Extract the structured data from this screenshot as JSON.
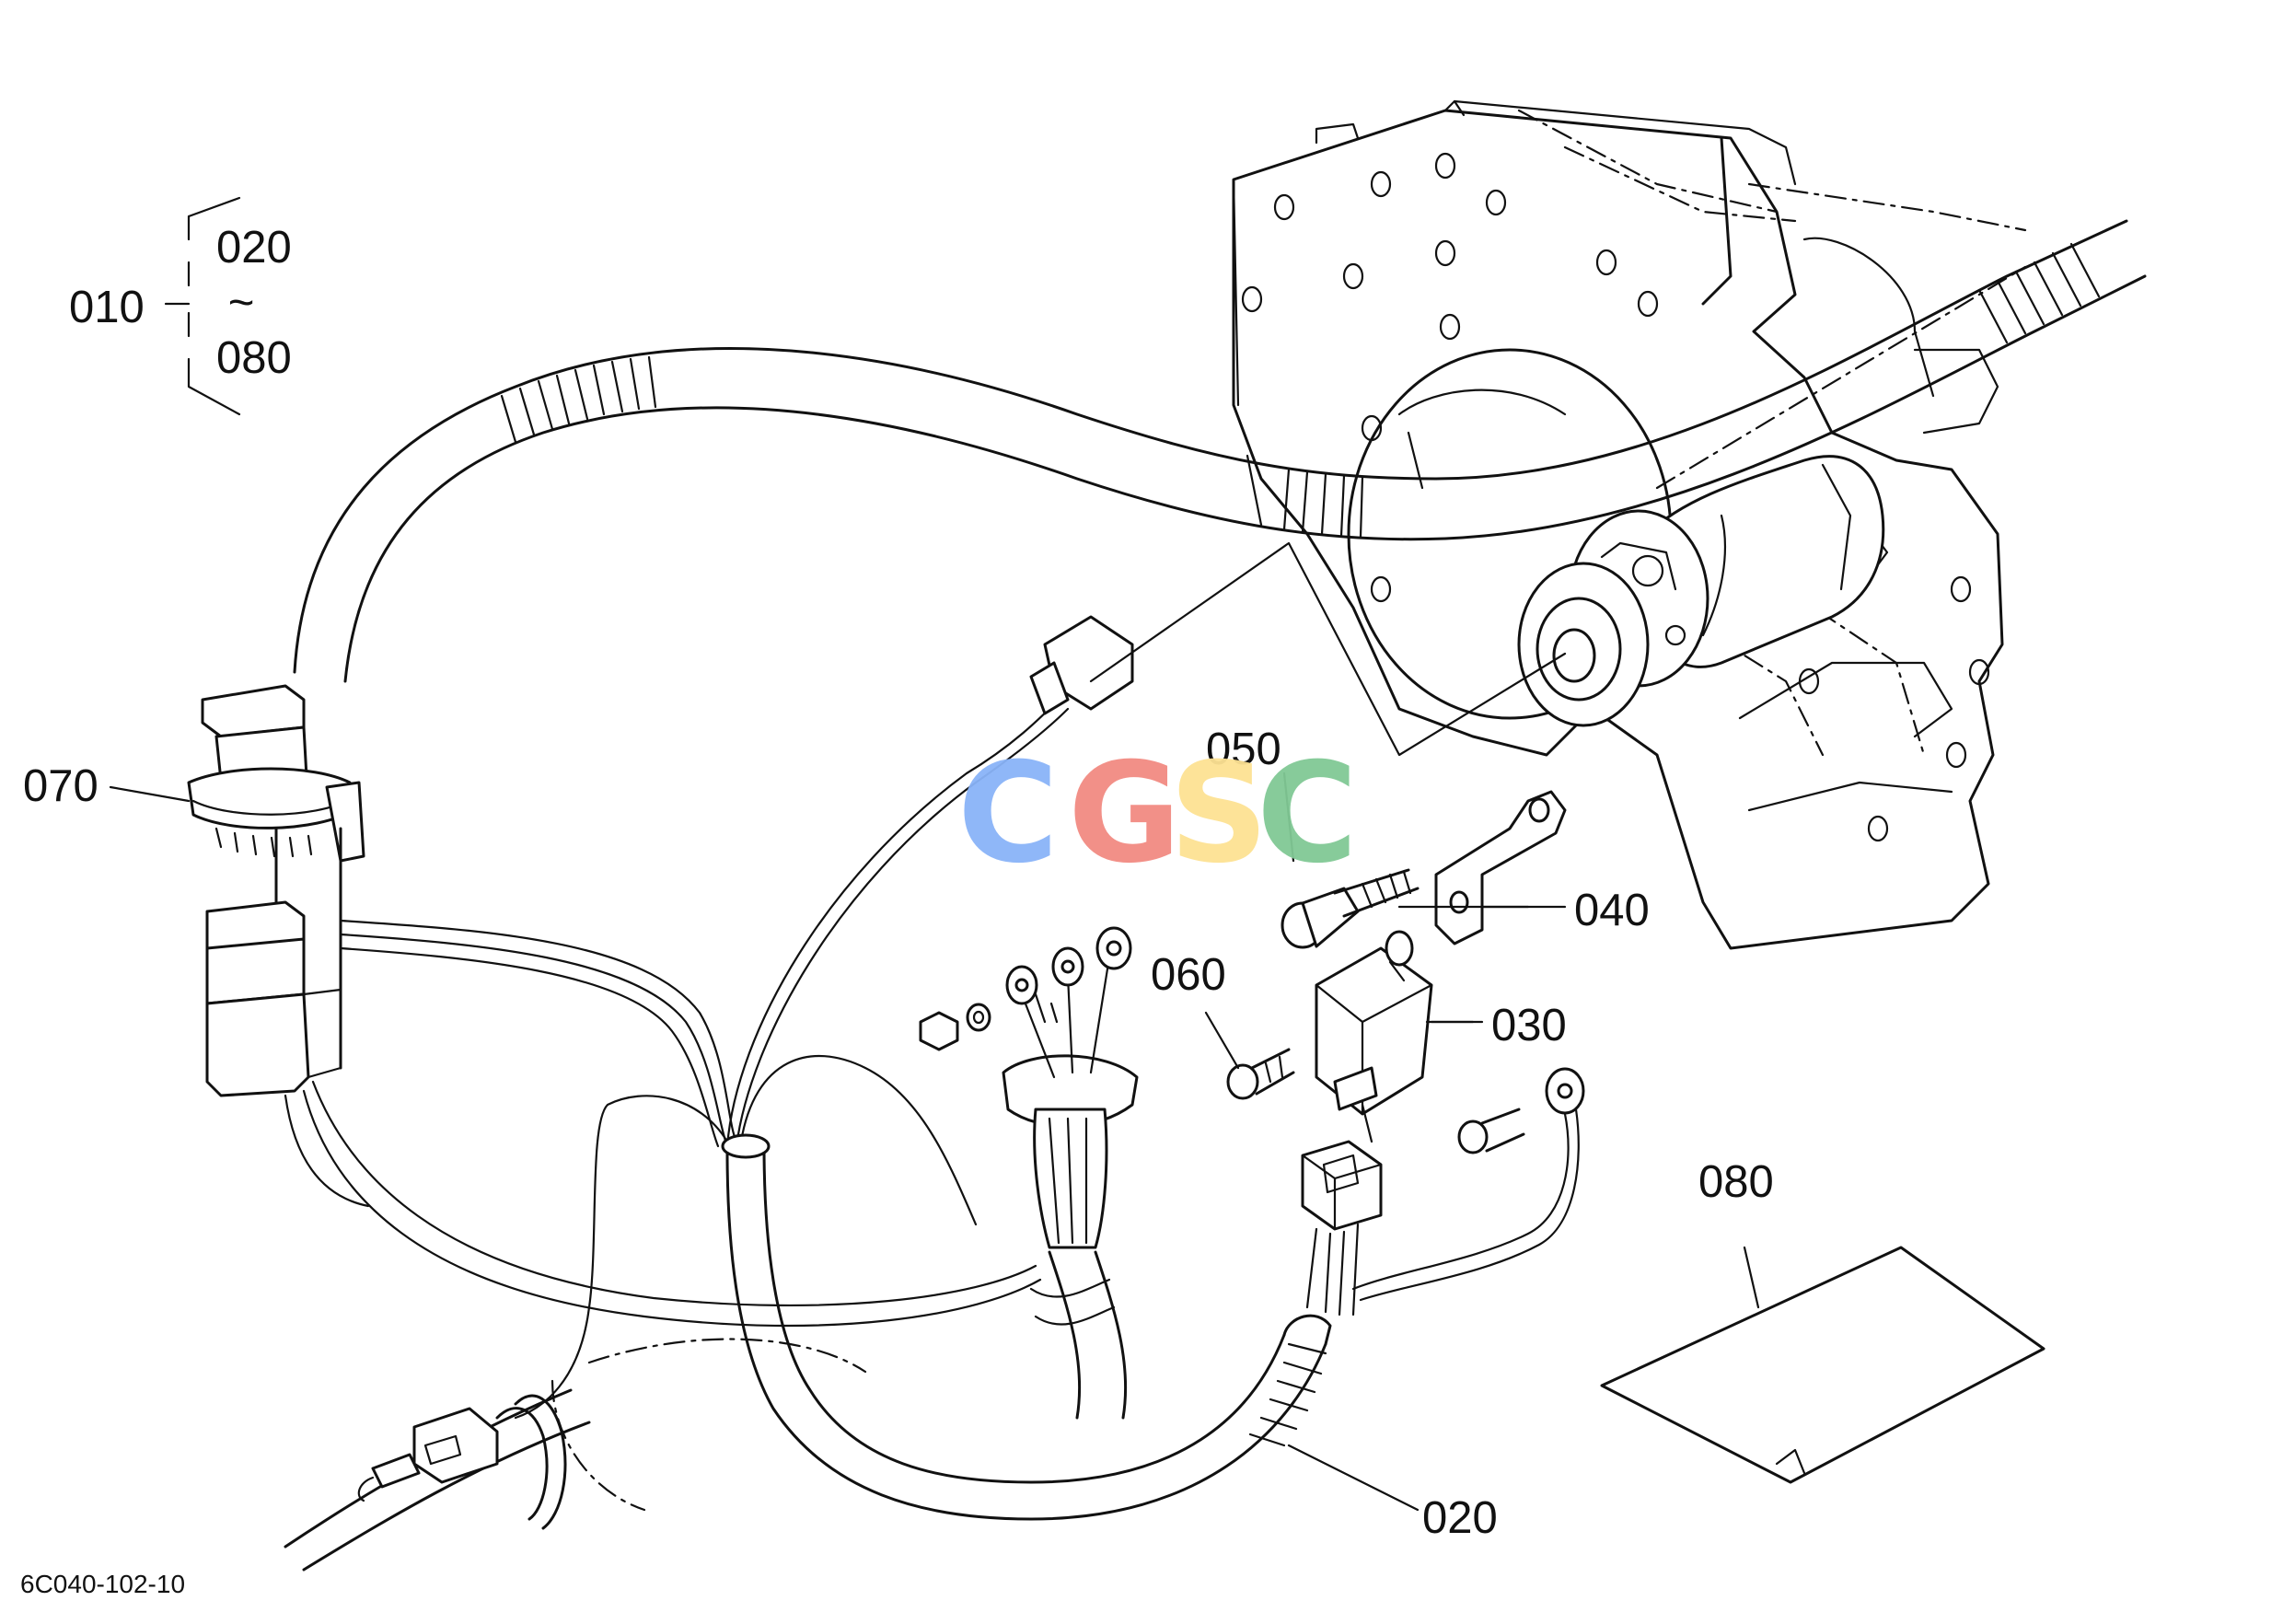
{
  "labels": {
    "p010": "010",
    "p020_range": "020",
    "range_sep": "~",
    "p080_range": "080",
    "p070": "070",
    "p050": "050",
    "p040": "040",
    "p060": "060",
    "p030": "030",
    "p080": "080",
    "p020": "020"
  },
  "figure_code": "6C040-102-10",
  "watermark": {
    "letters": [
      "C",
      "G",
      "S",
      "C"
    ],
    "colors": [
      "#8ab4f8",
      "#f28b82",
      "#fde293",
      "#81c995"
    ]
  }
}
